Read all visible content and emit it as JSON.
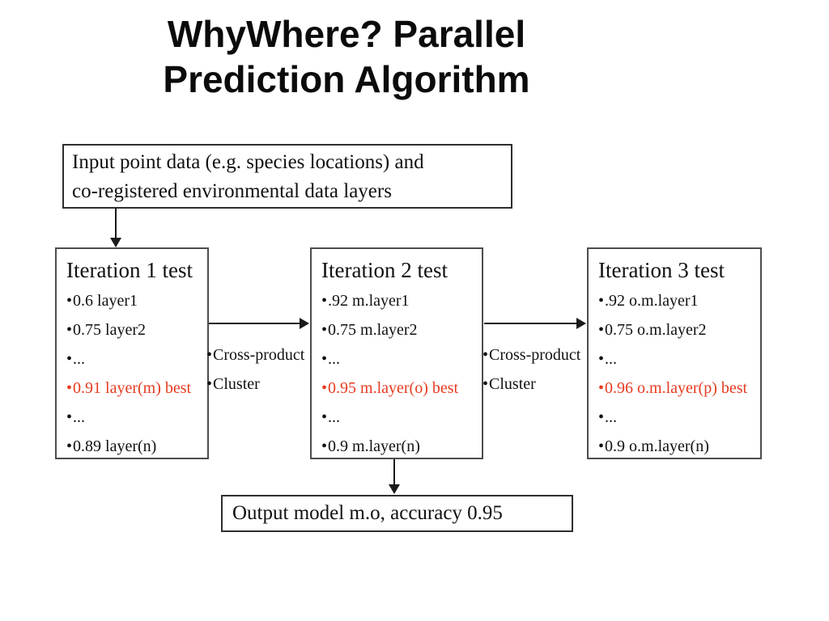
{
  "slide": {
    "title": {
      "line1": "WhyWhere? Parallel",
      "line2": "Prediction Algorithm"
    },
    "input_box": {
      "line1": "Input point data (e.g. species locations) and",
      "line2": "co-registered environmental data layers"
    },
    "iterations": [
      {
        "title": "Iteration 1 test",
        "items": [
          "0.6 layer1",
          "0.75 layer2",
          "...",
          "0.91 layer(m) best",
          "...",
          "0.89 layer(n)"
        ]
      },
      {
        "title": "Iteration 2 test",
        "items": [
          ".92 m.layer1",
          "0.75 m.layer2",
          "...",
          "0.95 m.layer(o) best",
          "...",
          "0.9 m.layer(n)"
        ]
      },
      {
        "title": "Iteration 3 test",
        "items": [
          ".92 o.m.layer1",
          "0.75 o.m.layer2",
          "...",
          "0.96 o.m.layer(p) best",
          "...",
          "0.9 o.m.layer(n)"
        ]
      }
    ],
    "connector_labels": [
      {
        "items": [
          "Cross-product",
          "Cluster"
        ]
      },
      {
        "items": [
          "Cross-product",
          "Cluster"
        ]
      }
    ],
    "output_box": {
      "text": "Output model m.o, accuracy 0.95"
    },
    "colors": {
      "highlight_red": "#e63b1f",
      "text": "#111111",
      "box_border": "#4d4d4d"
    }
  }
}
